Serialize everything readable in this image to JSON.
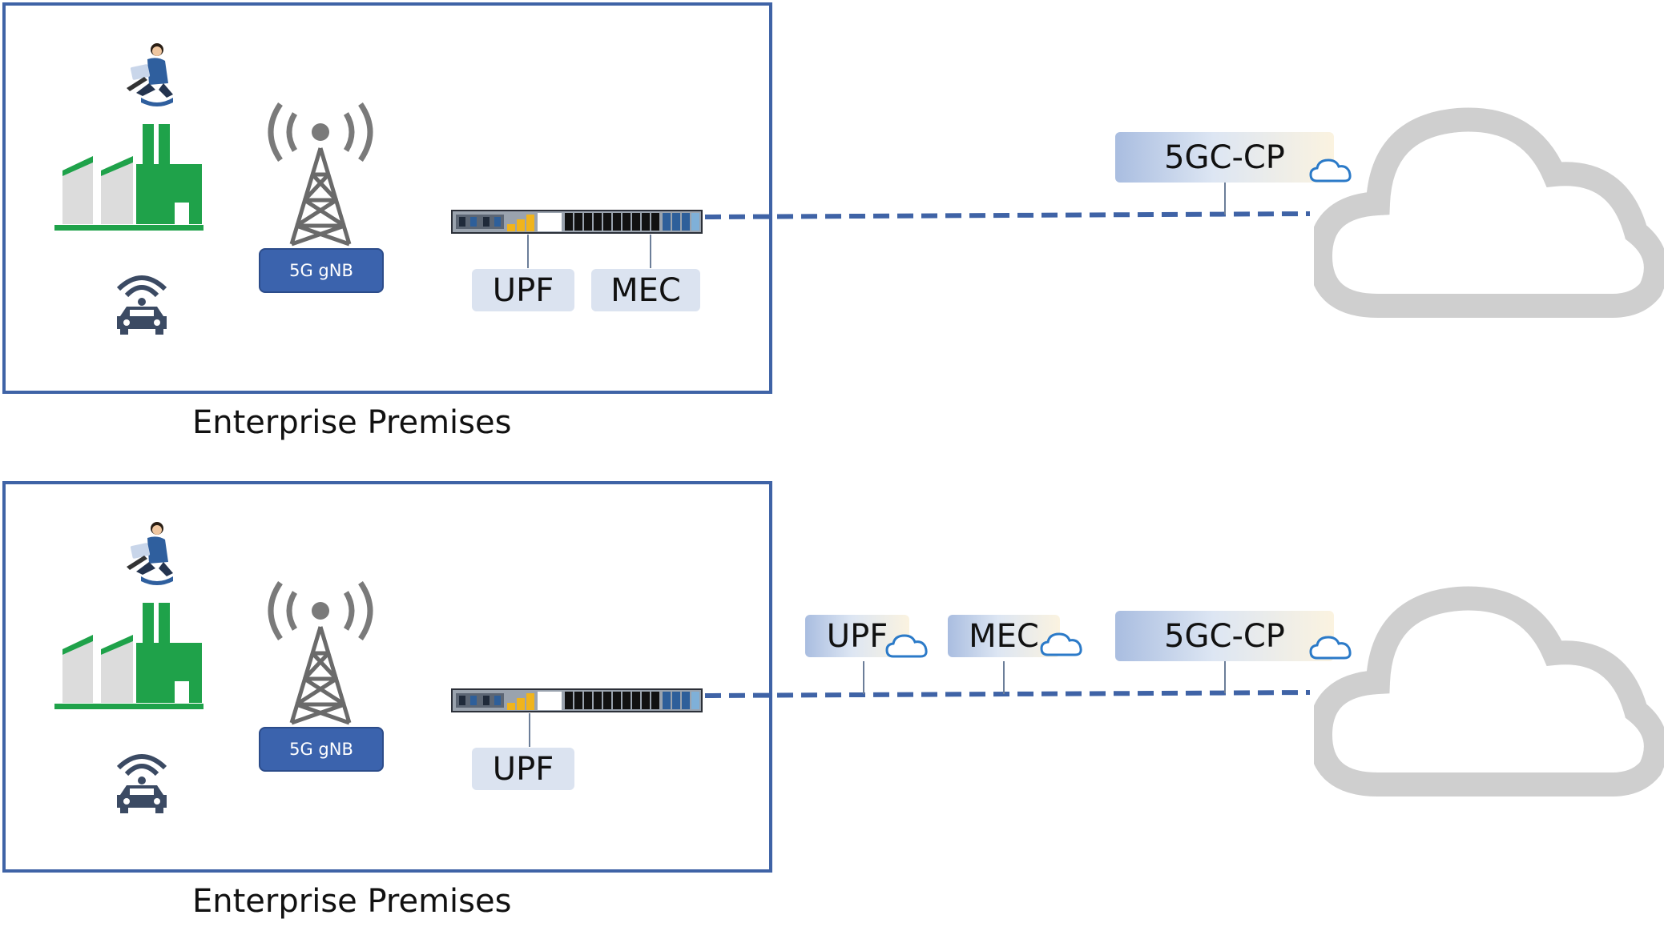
{
  "top": {
    "premises_label": "Enterprise Premises",
    "gnb_label": "5G gNB",
    "onprem_functions": [
      "UPF",
      "MEC"
    ],
    "cloud_functions": [
      "5GC-CP"
    ]
  },
  "bottom": {
    "premises_label": "Enterprise Premises",
    "gnb_label": "5G gNB",
    "onprem_functions": [
      "UPF"
    ],
    "cloud_functions": [
      "UPF",
      "MEC",
      "5GC-CP"
    ]
  },
  "colors": {
    "frame": "#3f63a6",
    "link": "#3f63a6",
    "factory": "#1fa24a",
    "cloud": "#cfcfcf",
    "gnb": "#3b63ad",
    "server_accent": "#f0b41c"
  },
  "icons": [
    "person-laptop-icon",
    "factory-icon",
    "connected-car-icon",
    "cell-tower-icon",
    "server-icon",
    "cloud-icon",
    "small-cloud-icon"
  ]
}
